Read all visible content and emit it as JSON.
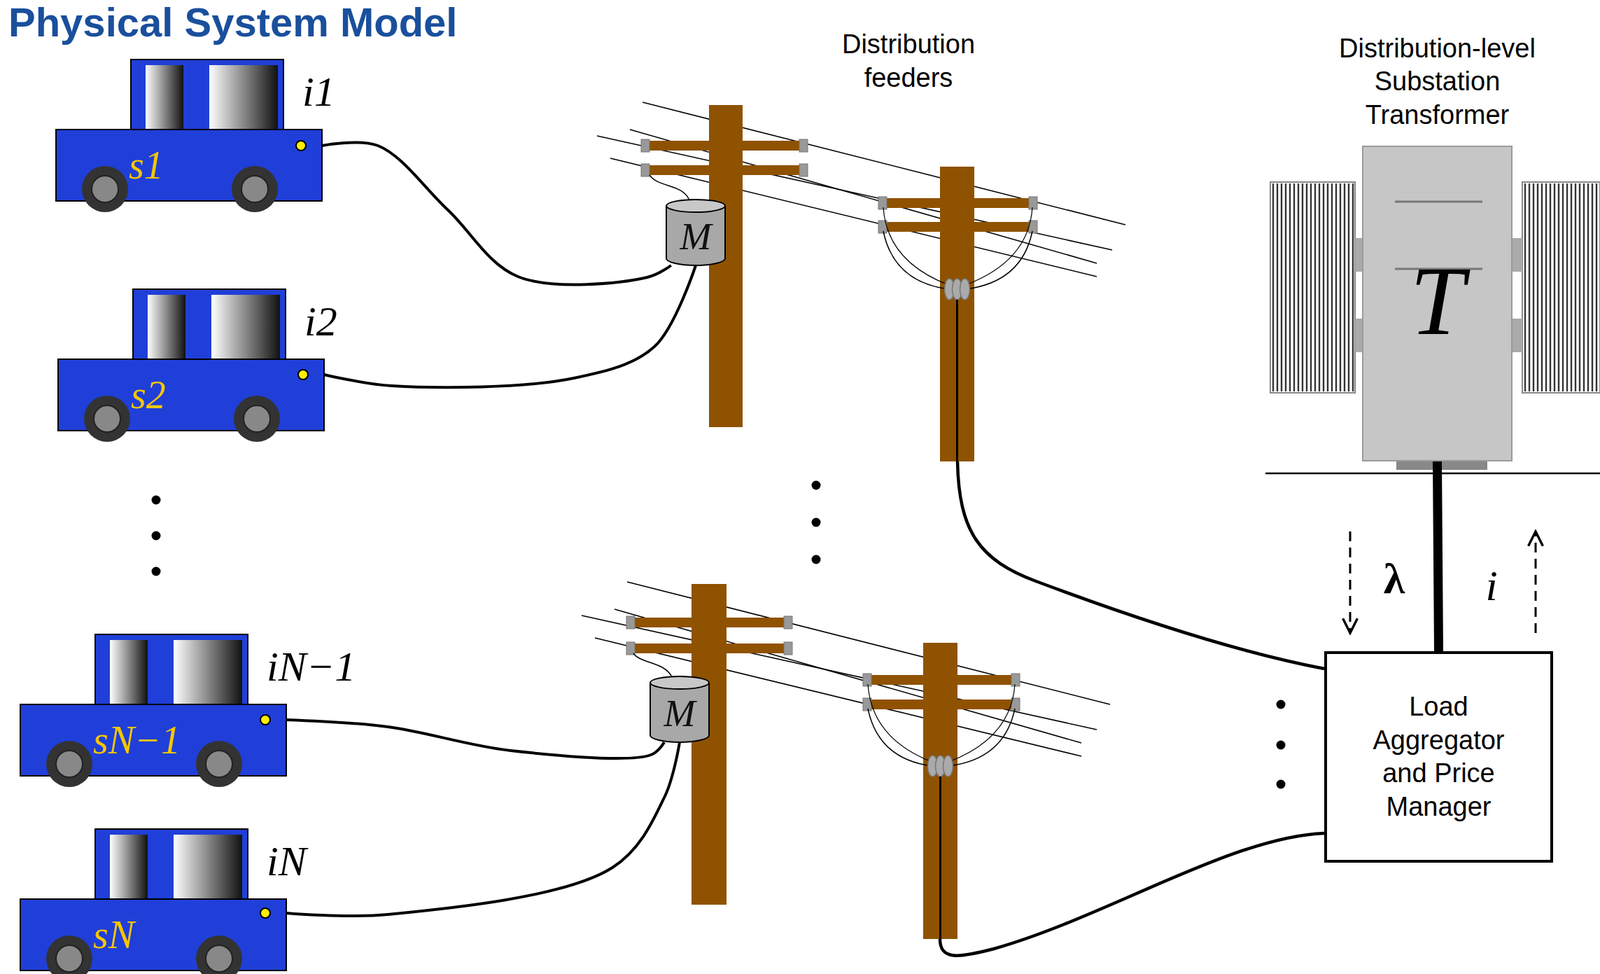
{
  "diagram": {
    "title": "Physical System Model",
    "nodes": [
      {
        "text": [
          "s1",
          "i1"
        ]
      },
      {
        "text": [
          "s2",
          "i2"
        ]
      },
      {
        "text": [
          "sN−1",
          "iN−1"
        ]
      },
      {
        "text": [
          "sN",
          "iN"
        ]
      },
      {
        "text": [
          "M"
        ]
      },
      {
        "text": [
          "M"
        ]
      },
      {
        "text": [
          "Distribution-level Substation Transformer",
          "T"
        ]
      },
      {
        "text": [
          "Load Aggregator and Price Manager"
        ]
      }
    ],
    "edges": [
      {
        "from": 0,
        "to": 4,
        "arrow": "none"
      },
      {
        "from": 1,
        "to": 4,
        "arrow": "none"
      },
      {
        "from": 2,
        "to": 5,
        "arrow": "none"
      },
      {
        "from": 3,
        "to": 5,
        "arrow": "none"
      },
      {
        "from": 6,
        "to": 7,
        "arrow": "none"
      },
      {
        "from": 6,
        "to": 7,
        "label": "λ",
        "arrow": "to"
      },
      {
        "from": 7,
        "to": 6,
        "label": "i",
        "arrow": "to"
      }
    ],
    "labels": [
      "Distribution feeders"
    ]
  }
}
